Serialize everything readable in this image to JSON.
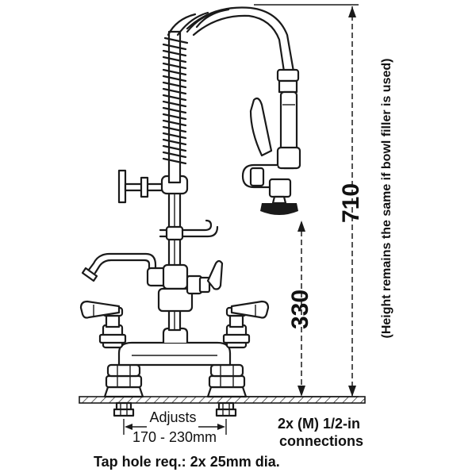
{
  "dimensions": {
    "total_height": "710",
    "total_height_note": "(Height remains the same if bowl filler is used)",
    "spout_height": "330"
  },
  "labels": {
    "adjusts": "Adjusts",
    "adjust_range": "170 - 230mm",
    "connections_line1": "2x (M) 1/2-in",
    "connections_line2": "connections",
    "tap_hole": "Tap hole req.: 2x 25mm dia."
  }
}
